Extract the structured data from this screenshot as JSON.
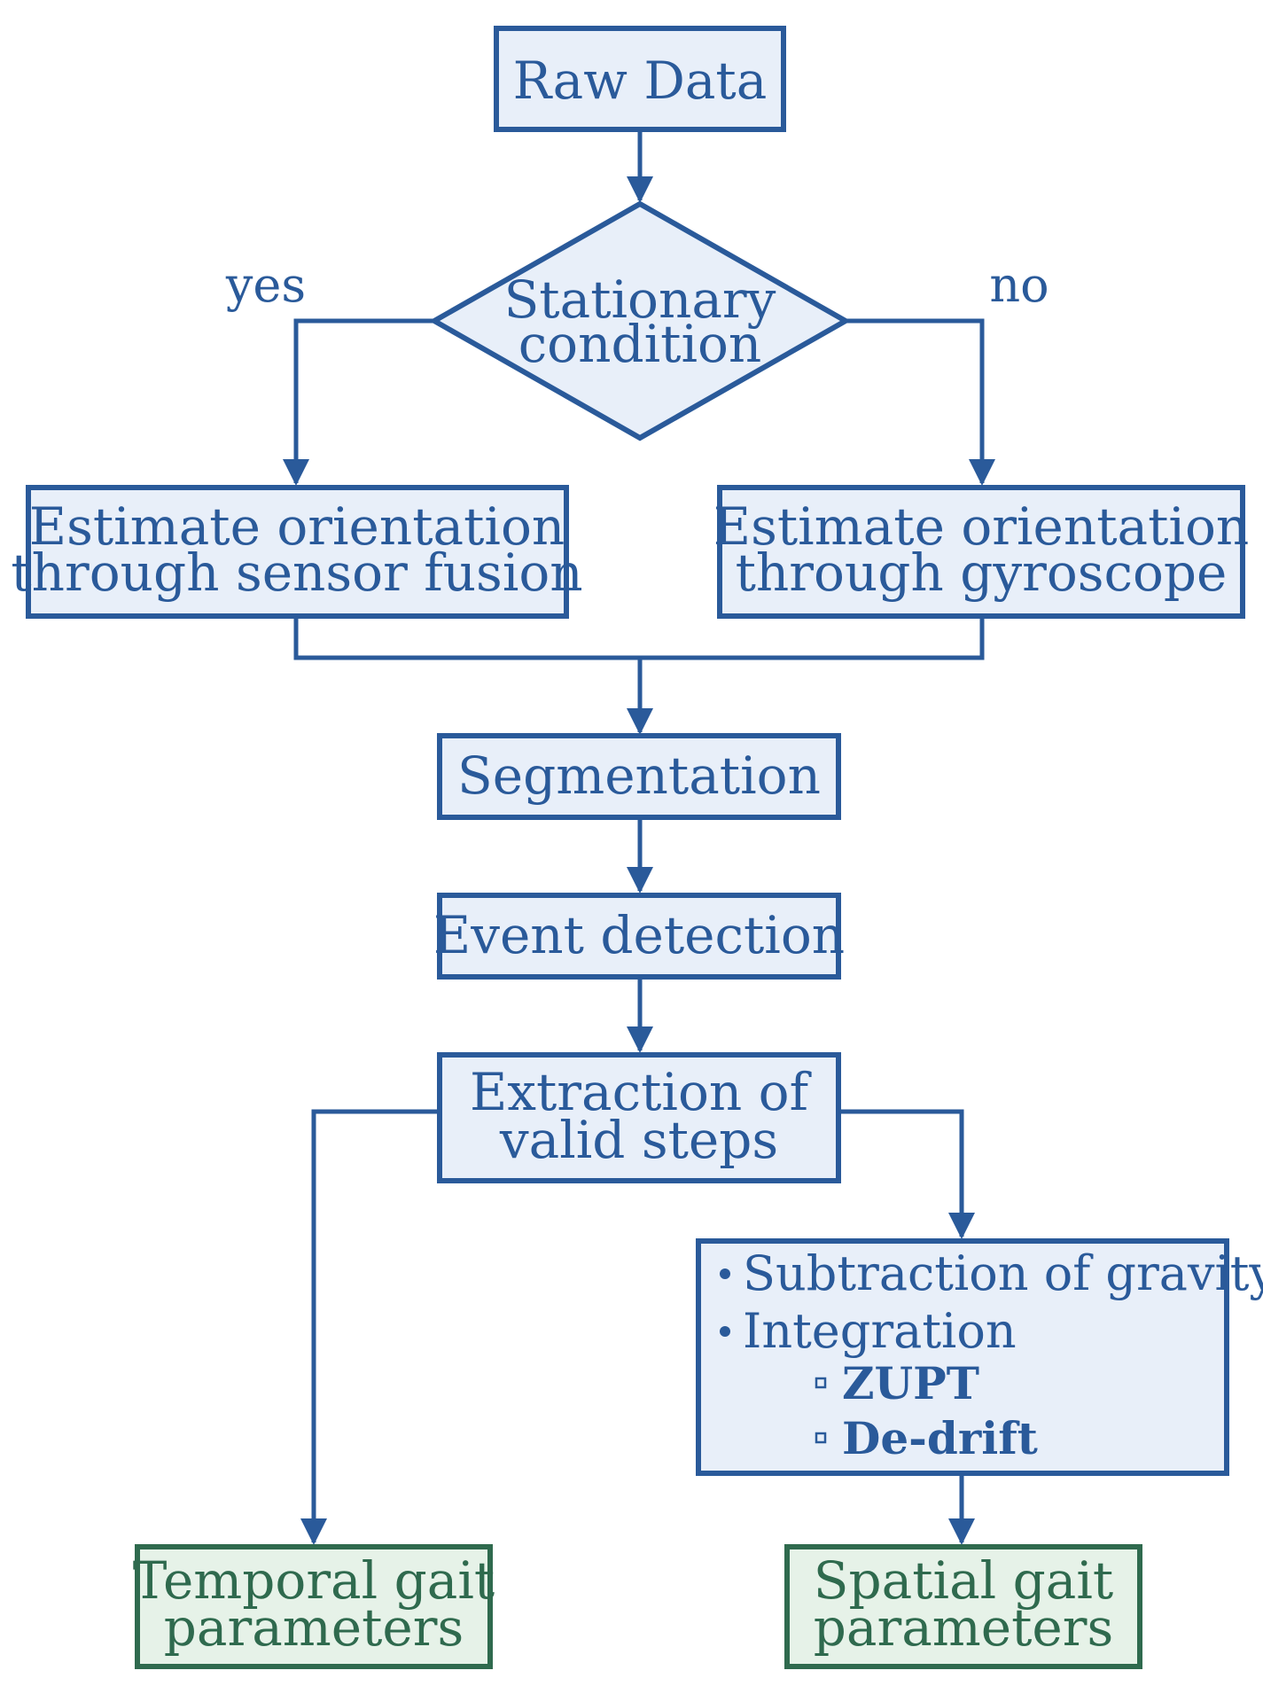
{
  "colors": {
    "primary": "#2a5a9a",
    "box_fill": "#e8eff9",
    "output_stroke": "#2f6a4e",
    "output_fill": "#e6f2e8"
  },
  "nodes": {
    "raw_data": "Raw Data",
    "stationary": [
      "Stationary",
      "condition"
    ],
    "fusion": [
      "Estimate orientation",
      "through sensor fusion"
    ],
    "gyro": [
      "Estimate orientation",
      "through gyroscope"
    ],
    "segmentation": "Segmentation",
    "event_detection": "Event detection",
    "extraction": [
      "Extraction of",
      "valid steps"
    ],
    "processing": {
      "items": [
        "Subtraction of gravity",
        "Integration"
      ],
      "subitems": [
        "ZUPT",
        "De-drift"
      ]
    },
    "temporal": [
      "Temporal gait",
      "parameters"
    ],
    "spatial": [
      "Spatial gait",
      "parameters"
    ]
  },
  "edge_labels": {
    "yes": "yes",
    "no": "no"
  }
}
